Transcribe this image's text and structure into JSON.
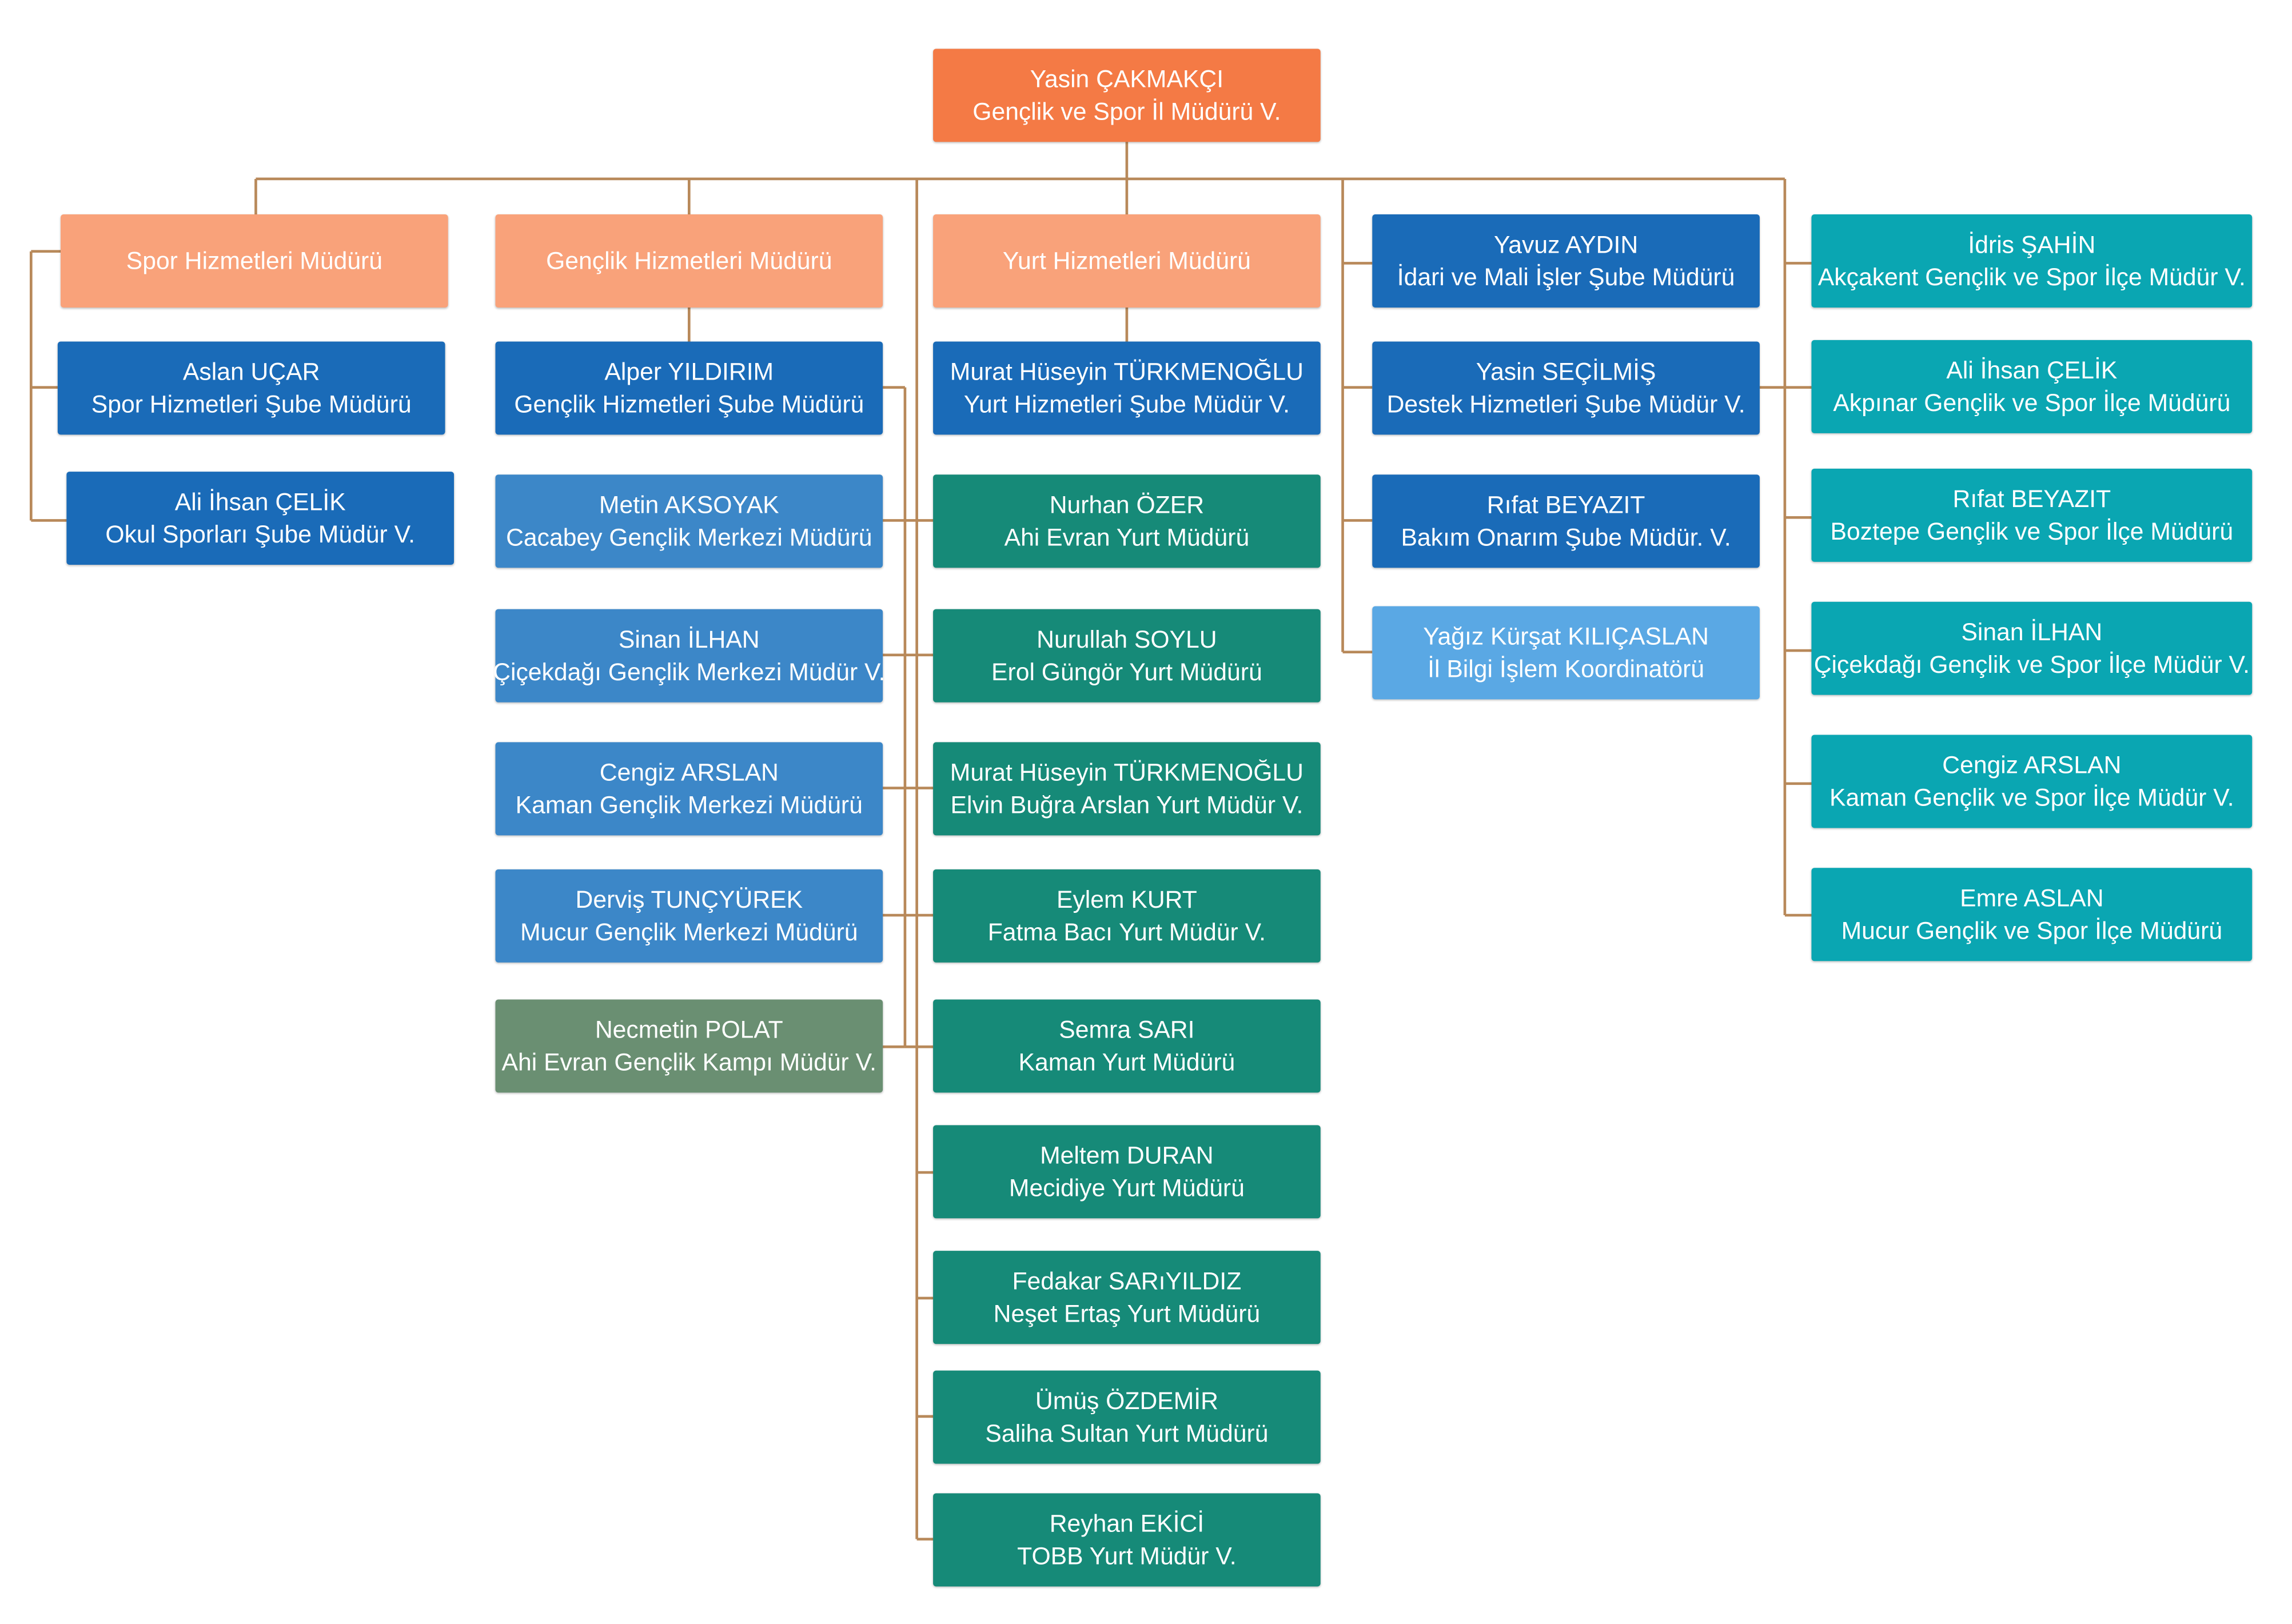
{
  "colors": {
    "connector": "#b8895a",
    "head": "#f47a45",
    "department": "#f9a27a",
    "branch_blue": "#1a6bb8",
    "center_blue": "#3c87c8",
    "coordinator_blue": "#5aa8e4",
    "dorm_green": "#168a78",
    "camp_green": "#6a8f72",
    "district_teal": "#0aa6b2"
  },
  "head": {
    "name": "Yasin ÇAKMAKÇI",
    "title": "Gençlik ve Spor İl Müdürü V."
  },
  "columns": [
    {
      "department": "Spor Hizmetleri Müdürü",
      "staff": [
        {
          "name": "Aslan UÇAR",
          "title": "Spor Hizmetleri Şube Müdürü"
        },
        {
          "name": "Ali İhsan ÇELİK",
          "title": "Okul Sporları Şube Müdür V."
        }
      ]
    },
    {
      "department": "Gençlik Hizmetleri Müdürü",
      "staff": [
        {
          "name": "Alper YILDIRIM",
          "title": "Gençlik Hizmetleri Şube Müdürü"
        },
        {
          "name": "Metin AKSOYAK",
          "title": "Cacabey Gençlik Merkezi Müdürü"
        },
        {
          "name": "Sinan İLHAN",
          "title": "Çiçekdağı Gençlik Merkezi Müdür V."
        },
        {
          "name": "Cengiz ARSLAN",
          "title": "Kaman Gençlik Merkezi Müdürü"
        },
        {
          "name": "Derviş TUNÇYÜREK",
          "title": "Mucur Gençlik Merkezi Müdürü"
        },
        {
          "name": "Necmetin POLAT",
          "title": "Ahi Evran Gençlik Kampı Müdür V."
        }
      ]
    },
    {
      "department": "Yurt Hizmetleri Müdürü",
      "staff": [
        {
          "name": "Murat Hüseyin TÜRKMENOĞLU",
          "title": "Yurt Hizmetleri Şube Müdür V."
        },
        {
          "name": "Nurhan ÖZER",
          "title": "Ahi Evran Yurt Müdürü"
        },
        {
          "name": "Nurullah SOYLU",
          "title": "Erol Güngör Yurt Müdürü"
        },
        {
          "name": "Murat Hüseyin TÜRKMENOĞLU",
          "title": "Elvin Buğra Arslan Yurt Müdür V."
        },
        {
          "name": "Eylem KURT",
          "title": "Fatma Bacı Yurt Müdür V."
        },
        {
          "name": "Semra SARI",
          "title": "Kaman Yurt Müdürü"
        },
        {
          "name": "Meltem DURAN",
          "title": "Mecidiye Yurt Müdürü"
        },
        {
          "name": "Fedakar SARıYILDIZ",
          "title": "Neşet Ertaş Yurt Müdürü"
        },
        {
          "name": "Ümüş ÖZDEMİR",
          "title": "Saliha Sultan Yurt Müdürü"
        },
        {
          "name": "Reyhan EKİCİ",
          "title": "TOBB Yurt Müdür V."
        }
      ]
    },
    {
      "staff": [
        {
          "name": "Yavuz AYDIN",
          "title": "İdari ve Mali İşler Şube Müdürü"
        },
        {
          "name": "Yasin SEÇİLMİŞ",
          "title": "Destek Hizmetleri Şube Müdür V."
        },
        {
          "name": "Rıfat BEYAZIT",
          "title": "Bakım Onarım Şube Müdür. V."
        },
        {
          "name": "Yağız Kürşat KILIÇASLAN",
          "title": "İl Bilgi İşlem Koordinatörü"
        }
      ]
    },
    {
      "staff": [
        {
          "name": "İdris ŞAHİN",
          "title": "Akçakent Gençlik ve Spor İlçe Müdür V."
        },
        {
          "name": "Ali İhsan ÇELİK",
          "title": "Akpınar Gençlik ve Spor İlçe Müdürü"
        },
        {
          "name": "Rıfat BEYAZIT",
          "title": "Boztepe Gençlik ve Spor İlçe Müdürü"
        },
        {
          "name": "Sinan İLHAN",
          "title": "Çiçekdağı Gençlik ve Spor İlçe Müdür V."
        },
        {
          "name": "Cengiz ARSLAN",
          "title": "Kaman Gençlik ve Spor İlçe Müdür V."
        },
        {
          "name": "Emre ASLAN",
          "title": "Mucur Gençlik ve Spor İlçe Müdürü"
        }
      ]
    }
  ]
}
